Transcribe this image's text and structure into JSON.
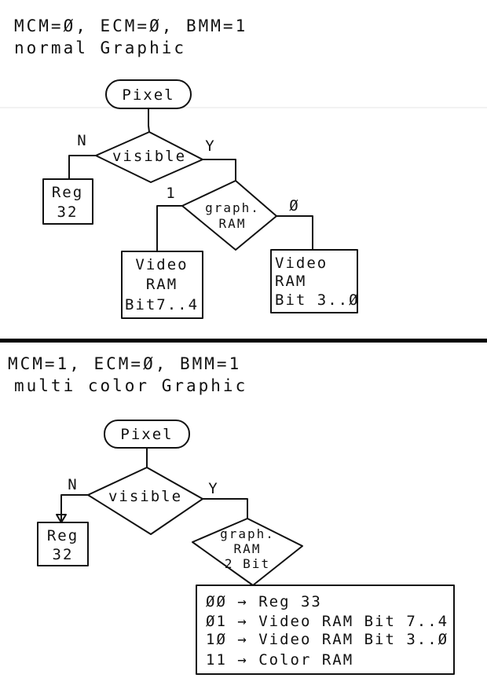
{
  "top": {
    "mode_line": "MCM=Ø, ECM=Ø, BMM=1",
    "subtitle": "normal Graphic",
    "start": "Pixel",
    "decision1": "visible",
    "no": "N",
    "yes": "Y",
    "left_box": [
      "Reg",
      "32"
    ],
    "decision2": [
      "graph.",
      "RAM"
    ],
    "branch_left": "1",
    "branch_right": "Ø",
    "box_left": [
      "Video",
      "RAM",
      "Bit7..4"
    ],
    "box_right": [
      "Video",
      "RAM",
      "Bit 3..Ø"
    ]
  },
  "bottom": {
    "mode_line": "MCM=1, ECM=Ø, BMM=1",
    "subtitle": "multi color Graphic",
    "start": "Pixel",
    "decision1": "visible",
    "no": "N",
    "yes": "Y",
    "left_box": [
      "Reg",
      "32"
    ],
    "decision2": [
      "graph.",
      "RAM",
      "2 Bit"
    ],
    "mapping": [
      "ØØ → Reg 33",
      "Ø1 → Video RAM Bit 7..4",
      "1Ø → Video RAM Bit 3..Ø",
      "11 → Color RAM"
    ]
  }
}
